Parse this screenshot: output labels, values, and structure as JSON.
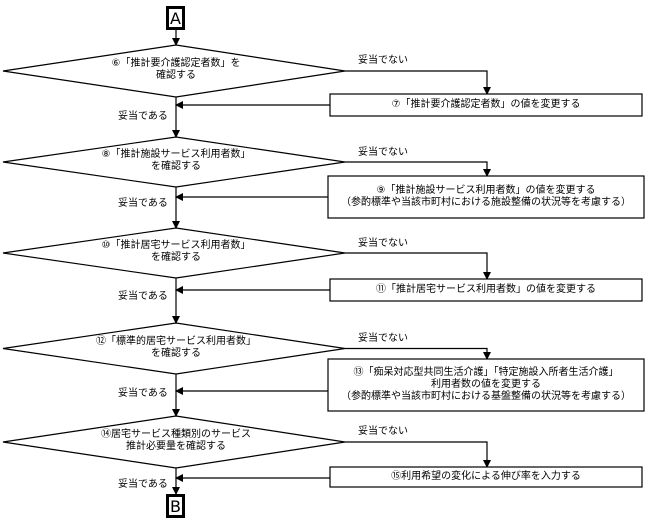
{
  "connectors": {
    "start": "A",
    "end": "B"
  },
  "branch_labels": {
    "yes": "妥当である",
    "no": "妥当でない"
  },
  "steps": [
    {
      "decision": [
        "⑥「推計要介護認定者数」を",
        "確認する"
      ],
      "action": [
        "⑦「推計要介護認定者数」の値を変更する"
      ]
    },
    {
      "decision": [
        "⑧「推計施設サービス利用者数」",
        "を確認する"
      ],
      "action": [
        "⑨「推計施設サービス利用者数」の値を変更する",
        "（参酌標準や当該市町村における施設整備の状況等を考慮する）"
      ]
    },
    {
      "decision": [
        "⑩「推計居宅サービス利用者数」",
        "を確認する"
      ],
      "action": [
        "⑪「推計居宅サービス利用者数」の値を変更する"
      ]
    },
    {
      "decision": [
        "⑫「標準的居宅サービス利用者数」",
        "を確認する"
      ],
      "action": [
        "⑬「痴呆対応型共同生活介護」「特定施設入所者生活介護」",
        "利用者数の値を変更する",
        "（参酌標準や当該市町村における基盤整備の状況等を考慮する）"
      ]
    },
    {
      "decision": [
        "⑭居宅サービス種類別のサービス",
        "推計必要量を確認する"
      ],
      "action": [
        "⑮利用希望の変化による伸び率を入力する"
      ]
    }
  ]
}
